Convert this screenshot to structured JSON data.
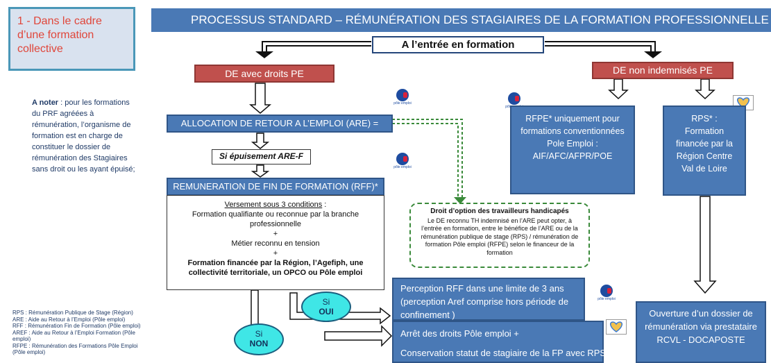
{
  "title": "PROCESSUS STANDARD – RÉMUNÉRATION DES STAGIAIRES DE LA FORMATION PROFESSIONNELLE",
  "callout": "1 -  Dans le cadre d’une formation collective",
  "entry_box": "A l’entrée en formation",
  "note": {
    "bold": "A noter",
    "text": " : pour les formations du PRF agréées à rémunération, l’organisme de formation est en charge de constituer le dossier de rémunération des Stagiaires sans droit ou les ayant épuisé;"
  },
  "de_droits": "DE avec droits PE",
  "de_non": "DE non indemnisés PE",
  "are_box": "ALLOCATION DE RETOUR A L’EMPLOI (ARE) = AREF*",
  "epuisement": "Si épuisement ARE-F",
  "rff_header": "REMUNERATION DE FIN DE FORMATION (RFF)*",
  "conditions": {
    "heading": "Versement sous 3 conditions",
    "heading_suffix": " :",
    "c1": "Formation qualifiante ou reconnue par la branche professionnelle",
    "plus1": "+",
    "c2": "Métier reconnu en tension",
    "plus2": "+",
    "c3": "Formation financée par la Région, l’Agefiph, une collectivité territoriale, un OPCO ou Pôle emploi"
  },
  "handicap": {
    "title": "Droit d’option des travailleurs handicapés",
    "text": "Le DE reconnu TH indemnisé en l’ARE peut opter, à l’entrée en formation, entre le bénéfice de l’ARE ou de la rémunération publique de stage (RPS) / rémunération de formation Pôle emploi (RFPE) selon le financeur de la formation"
  },
  "rfpe_box": "RFPE* uniquement pour formations conventionnées Pole Emploi : AIF/AFC/AFPR/POE",
  "rps_box": "RPS* : Formation financée par la Région Centre Val de Loire",
  "si_oui": {
    "top": "Si",
    "bottom": "OUI"
  },
  "si_non": {
    "top": "Si",
    "bottom": "NON"
  },
  "perception": "Perception RFF dans une limite de 3 ans (perception Aref comprise hors période de confinement )",
  "arret": {
    "line1": "Arrêt des droits Pôle emploi +",
    "line2": "Conservation statut de stagiaire de la FP avec RPS"
  },
  "ouverture": "Ouverture d’un dossier de rémunération via prestataire RCVL - DOCAPOSTE",
  "pe_logo_text": "pôle emploi",
  "legend": [
    "RPS : Rémunération Publique de Stage (Région)",
    "ARE : Aide au Retour à l’Emploi (Pôle emploi)",
    "RFF : Rémunération Fin de Formation (Pôle emploi)",
    "AREF : Aide au Retour à l’Emploi Formation (Pôle emploi)",
    "RFPE : Rémunération des Formations Pôle Emploi (Pôle emploi)"
  ],
  "colors": {
    "blue": "#4a79b5",
    "red": "#c0504d",
    "cyan": "#3fe6e6",
    "dashed_green": "#3a8a3a"
  }
}
